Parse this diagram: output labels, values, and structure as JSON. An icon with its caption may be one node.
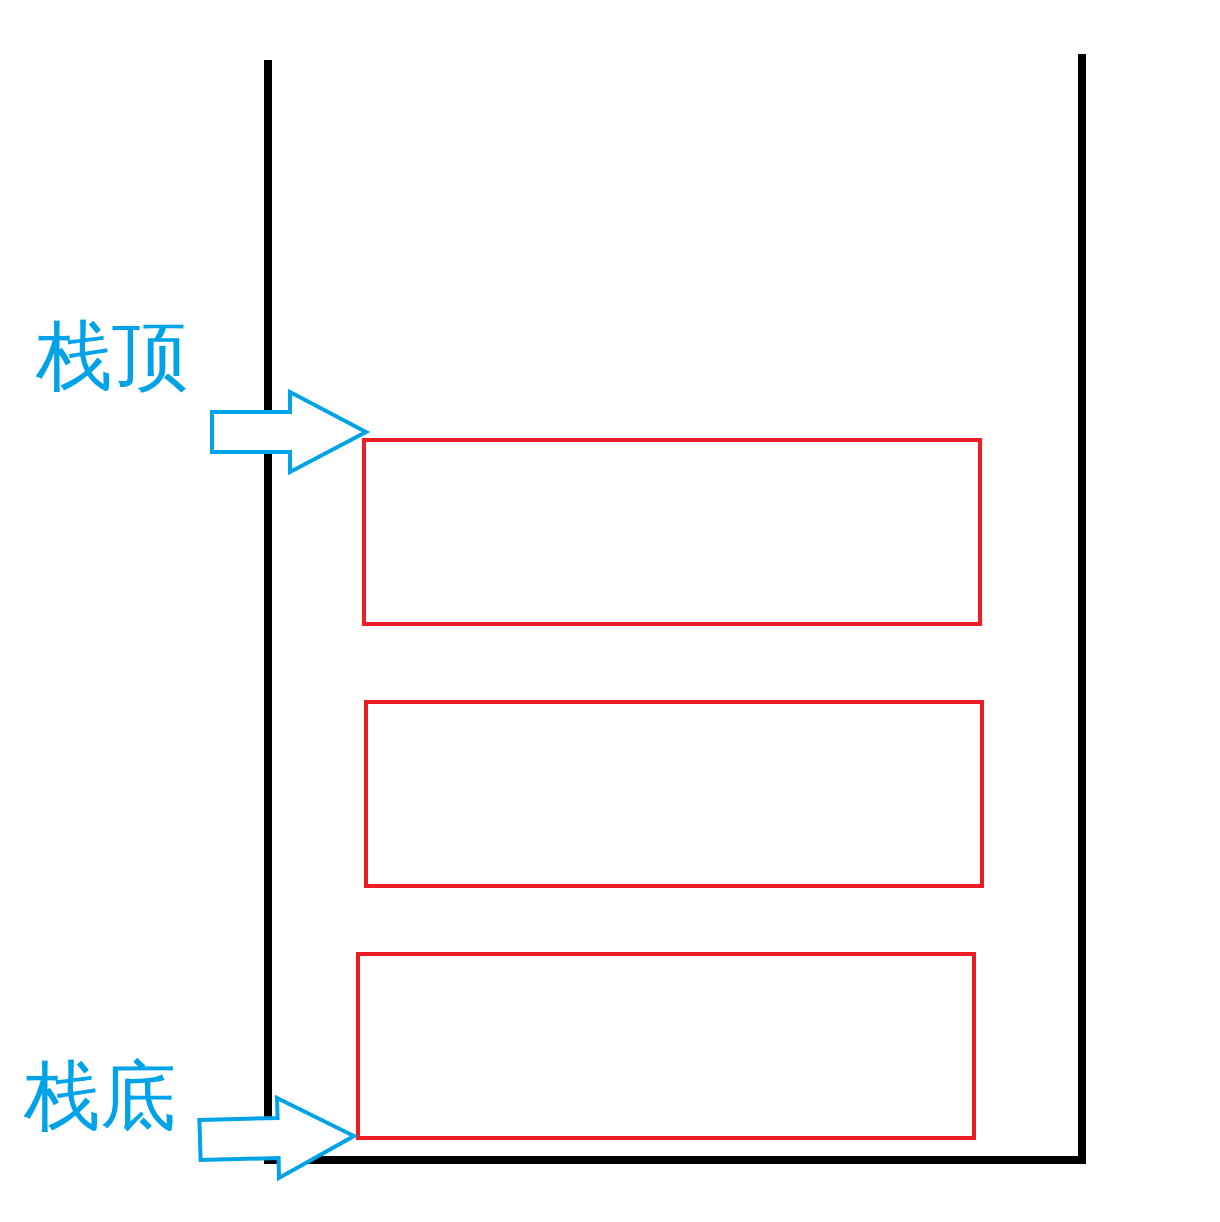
{
  "diagram": {
    "nodes": [
      {
        "text": [
          "栈顶"
        ]
      },
      {
        "text": [],
        "shape": "box"
      },
      {
        "text": [],
        "shape": "box"
      },
      {
        "text": [],
        "shape": "box"
      },
      {
        "text": [
          "栈底"
        ]
      }
    ],
    "edges": [
      {
        "from": 0,
        "to": 1,
        "arrow": "to"
      },
      {
        "from": 4,
        "to": 3,
        "arrow": "to"
      }
    ]
  }
}
